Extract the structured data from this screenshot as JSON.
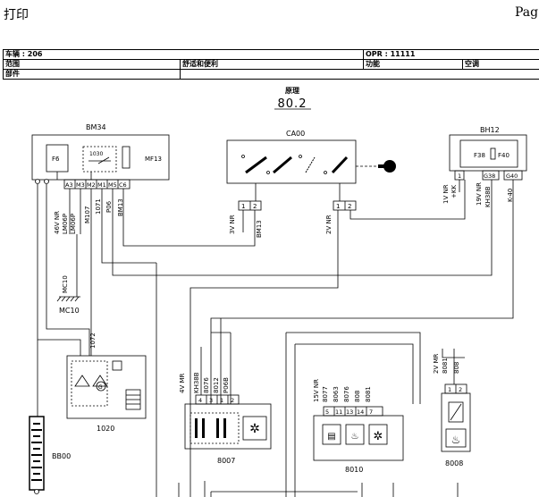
{
  "page": {
    "top_left_title": "打印",
    "top_right_text": "Pag"
  },
  "header_table": {
    "vehicle": "车辆 : 206",
    "opr": "OPR : 11111",
    "scope_label": "范围",
    "scope_value": "舒适和便利",
    "function_label": "功能",
    "function_value": "空调",
    "parts_label": "部件"
  },
  "diagram": {
    "heading": "原理",
    "code": "80.2",
    "components": {
      "bm34": {
        "name": "BM34",
        "fuse": "F6",
        "relay": "1030",
        "mf": "MF13",
        "pins": [
          "A3",
          "M3",
          "M2",
          "M1",
          "M5",
          "C6"
        ],
        "wires": [
          "46V NR",
          "LM06P",
          "LM06P",
          "M107",
          "1071",
          "P06",
          "BM13"
        ]
      },
      "ca00": {
        "name": "CA00",
        "left_connector": {
          "pins": [
            "1",
            "2"
          ],
          "wires": [
            "3V NR",
            "BM13"
          ]
        },
        "right_connector": {
          "pins": [
            "1",
            "2"
          ],
          "wires": [
            "2V NR"
          ]
        }
      },
      "bh12": {
        "name": "BH12",
        "fuses": [
          "F38",
          "F40"
        ],
        "pins": [
          "1",
          "G38",
          "G40"
        ],
        "wires": [
          "1V NR",
          "+KK",
          "19V NR",
          "KH38B",
          "K-40"
        ]
      },
      "mc10": {
        "name": "MC10",
        "label": "MC10"
      },
      "w1072": "1072",
      "c1020": {
        "name": "1020"
      },
      "bb00": {
        "name": "BB00"
      },
      "c8007": {
        "name": "8007",
        "pins": [
          "4",
          "3",
          "1",
          "2"
        ],
        "wires": [
          "4V MR",
          "KH38B",
          "8076",
          "8012",
          "P06B"
        ]
      },
      "c8010": {
        "name": "8010",
        "pins": [
          "5",
          "11",
          "13",
          "14",
          "7"
        ],
        "wires": [
          "15V NR",
          "8077",
          "8063",
          "8076",
          "808",
          "8081"
        ]
      },
      "c8008": {
        "name": "8008",
        "pins": [
          "1",
          "2"
        ],
        "wires": [
          "2V MR",
          "8081",
          "808"
        ]
      }
    }
  }
}
